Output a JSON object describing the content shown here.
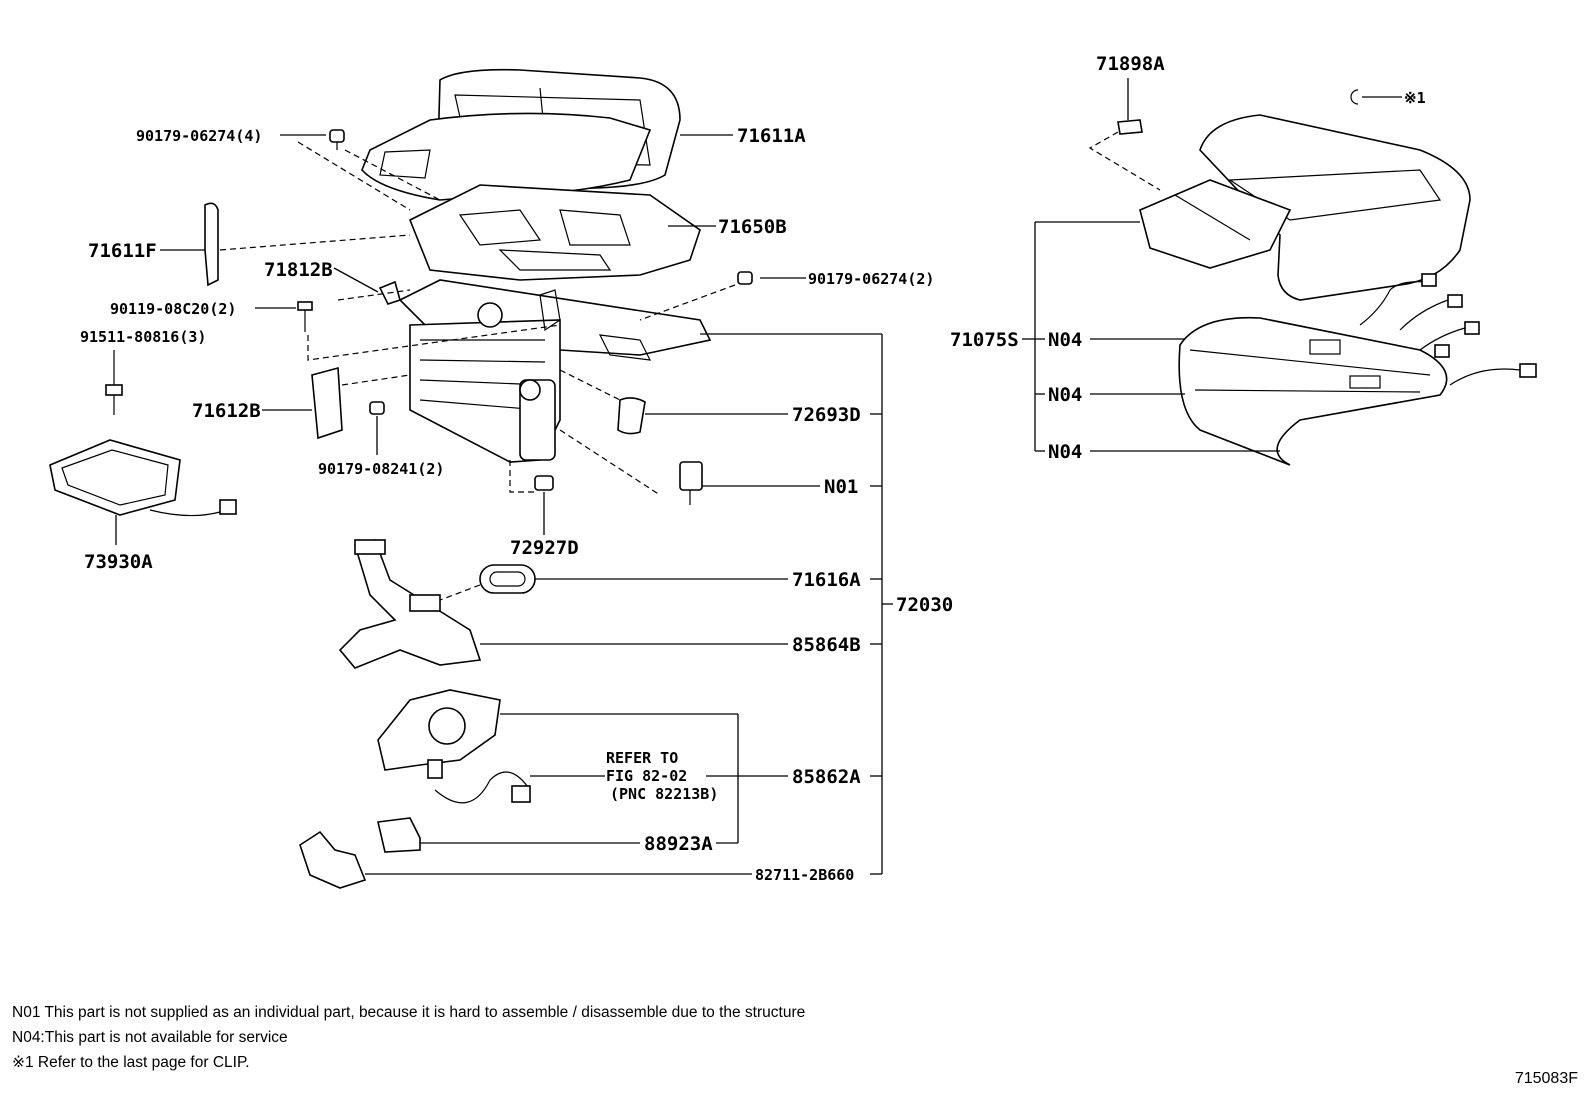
{
  "labels": {
    "p71611A": "71611A",
    "p90179_06274_4": "90179-06274(4)",
    "p71611F": "71611F",
    "p71650B": "71650B",
    "p71812B": "71812B",
    "p90179_06274_2": "90179-06274(2)",
    "p90119": "90119-08C20(2)",
    "p91511": "91511-80816(3)",
    "p71612B": "71612B",
    "p72693D": "72693D",
    "p90179_08241": "90179-08241(2)",
    "pN01": "N01",
    "p73930A": "73930A",
    "p72927D": "72927D",
    "p71616A": "71616A",
    "p72030": "72030",
    "p85864B": "85864B",
    "p85862A": "85862A",
    "p88923A": "88923A",
    "p82711": "82711-2B660",
    "refer1": "REFER TO",
    "refer2": "FIG 82-02",
    "refer3": "(PNC 82213B)",
    "p71898A": "71898A",
    "clipRef": "※1",
    "p71075S": "71075S",
    "n04a": "N04",
    "n04b": "N04",
    "n04c": "N04"
  },
  "notes": {
    "n01": "N01 This part is not supplied as an individual part, because it is hard to assemble / disassemble due to the structure",
    "n04": "N04:This part is not available for service",
    "clip": "※1  Refer to the last page for CLIP."
  },
  "diagram_code": "715083F"
}
